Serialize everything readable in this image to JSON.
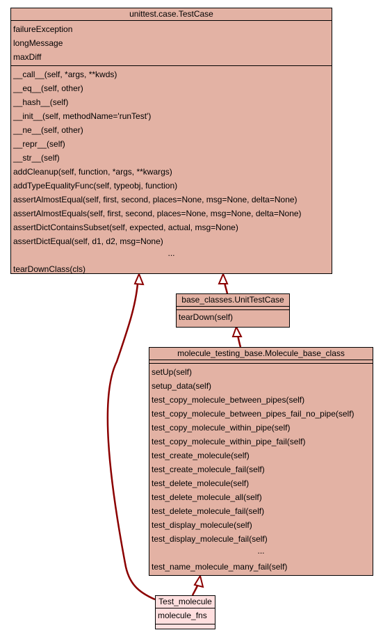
{
  "colors": {
    "class_fill": "#e3b2a4",
    "selected_fill": "#ffdfdf",
    "edge": "#8b0000",
    "border": "#000000"
  },
  "classes": {
    "testcase": {
      "title": "unittest.case.TestCase",
      "attributes": [
        "failureException",
        "longMessage",
        "maxDiff"
      ],
      "methods": [
        "__call__(self, *args, **kwds)",
        "__eq__(self, other)",
        "__hash__(self)",
        "__init__(self, methodName='runTest')",
        "__ne__(self, other)",
        "__repr__(self)",
        "__str__(self)",
        "addCleanup(self, function, *args, **kwargs)",
        "addTypeEqualityFunc(self, typeobj, function)",
        "assertAlmostEqual(self, first, second, places=None, msg=None, delta=None)",
        "assertAlmostEquals(self, first, second, places=None, msg=None, delta=None)",
        "assertDictContainsSubset(self, expected, actual, msg=None)",
        "assertDictEqual(self, d1, d2, msg=None)",
        "...",
        "tearDownClass(cls)"
      ]
    },
    "unittestcase": {
      "title": "base_classes.UnitTestCase",
      "attributes": [],
      "methods": [
        "tearDown(self)"
      ]
    },
    "molecule_base": {
      "title": "molecule_testing_base.Molecule_base_class",
      "attributes": [],
      "methods": [
        "setUp(self)",
        "setup_data(self)",
        "test_copy_molecule_between_pipes(self)",
        "test_copy_molecule_between_pipes_fail_no_pipe(self)",
        "test_copy_molecule_within_pipe(self)",
        "test_copy_molecule_within_pipe_fail(self)",
        "test_create_molecule(self)",
        "test_create_molecule_fail(self)",
        "test_delete_molecule(self)",
        "test_delete_molecule_all(self)",
        "test_delete_molecule_fail(self)",
        "test_display_molecule(self)",
        "test_display_molecule_fail(self)",
        "...",
        "test_name_molecule_many_fail(self)"
      ]
    },
    "test_molecule": {
      "title": "Test_molecule",
      "attributes": [
        "molecule_fns"
      ],
      "methods": []
    }
  }
}
